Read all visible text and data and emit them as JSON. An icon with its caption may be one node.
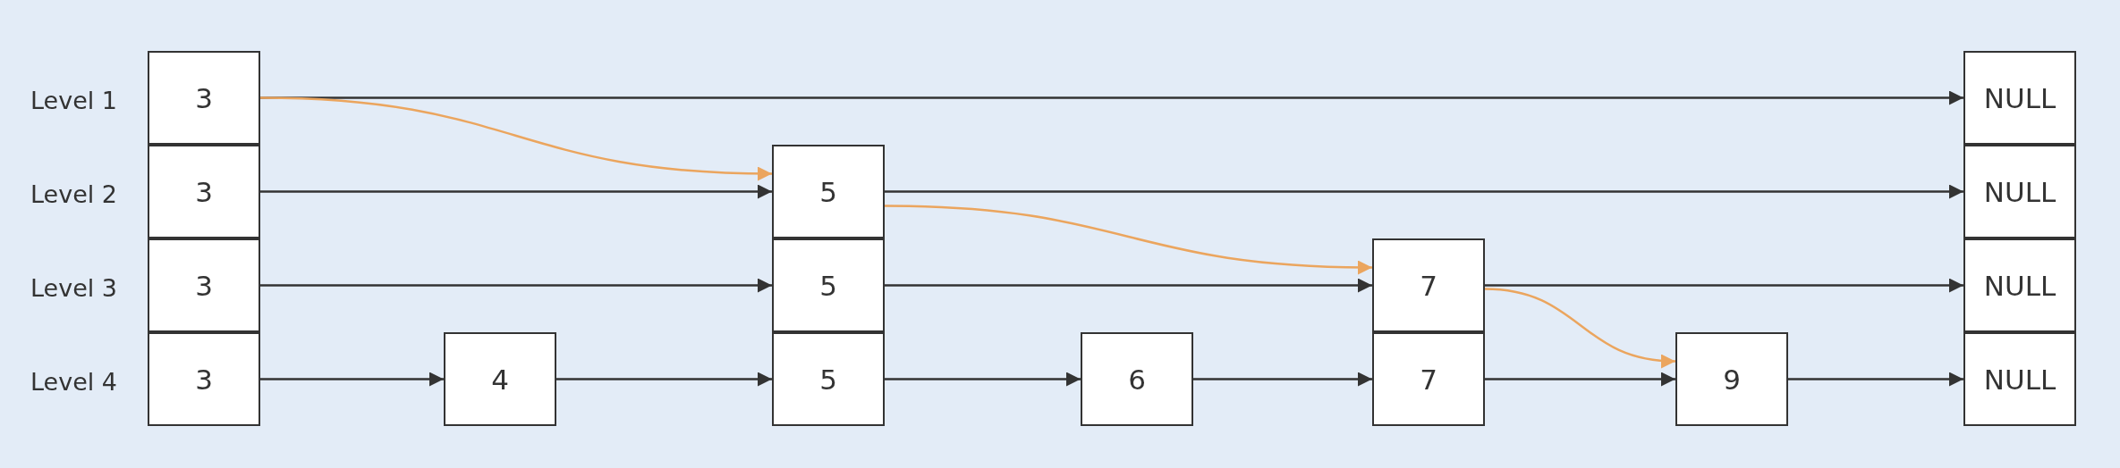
{
  "diagram": {
    "nodes": [
      {
        "text": [
          "3"
        ]
      },
      {
        "text": [
          "NULL"
        ]
      },
      {
        "text": [
          "3"
        ]
      },
      {
        "text": [
          "5"
        ]
      },
      {
        "text": [
          "NULL"
        ]
      },
      {
        "text": [
          "3"
        ]
      },
      {
        "text": [
          "5"
        ]
      },
      {
        "text": [
          "7"
        ]
      },
      {
        "text": [
          "NULL"
        ]
      },
      {
        "text": [
          "3"
        ]
      },
      {
        "text": [
          "4"
        ]
      },
      {
        "text": [
          "5"
        ]
      },
      {
        "text": [
          "6"
        ]
      },
      {
        "text": [
          "7"
        ]
      },
      {
        "text": [
          "9"
        ]
      },
      {
        "text": [
          "NULL"
        ]
      }
    ],
    "edges": [
      {
        "from": 0,
        "to": 1,
        "arrow": "to"
      },
      {
        "from": 0,
        "to": 3,
        "arrow": "to",
        "color": "#eba55e"
      },
      {
        "from": 2,
        "to": 3,
        "arrow": "to"
      },
      {
        "from": 3,
        "to": 4,
        "arrow": "to"
      },
      {
        "from": 3,
        "to": 7,
        "arrow": "to",
        "color": "#eba55e"
      },
      {
        "from": 5,
        "to": 6,
        "arrow": "to"
      },
      {
        "from": 6,
        "to": 7,
        "arrow": "to"
      },
      {
        "from": 7,
        "to": 8,
        "arrow": "to"
      },
      {
        "from": 7,
        "to": 14,
        "arrow": "to",
        "color": "#eba55e"
      },
      {
        "from": 9,
        "to": 10,
        "arrow": "to"
      },
      {
        "from": 10,
        "to": 11,
        "arrow": "to"
      },
      {
        "from": 11,
        "to": 12,
        "arrow": "to"
      },
      {
        "from": 12,
        "to": 13,
        "arrow": "to"
      },
      {
        "from": 13,
        "to": 14,
        "arrow": "to"
      },
      {
        "from": 14,
        "to": 15,
        "arrow": "to"
      }
    ],
    "labels": [
      "Level 1",
      "Level 2",
      "Level 3",
      "Level 4"
    ]
  }
}
